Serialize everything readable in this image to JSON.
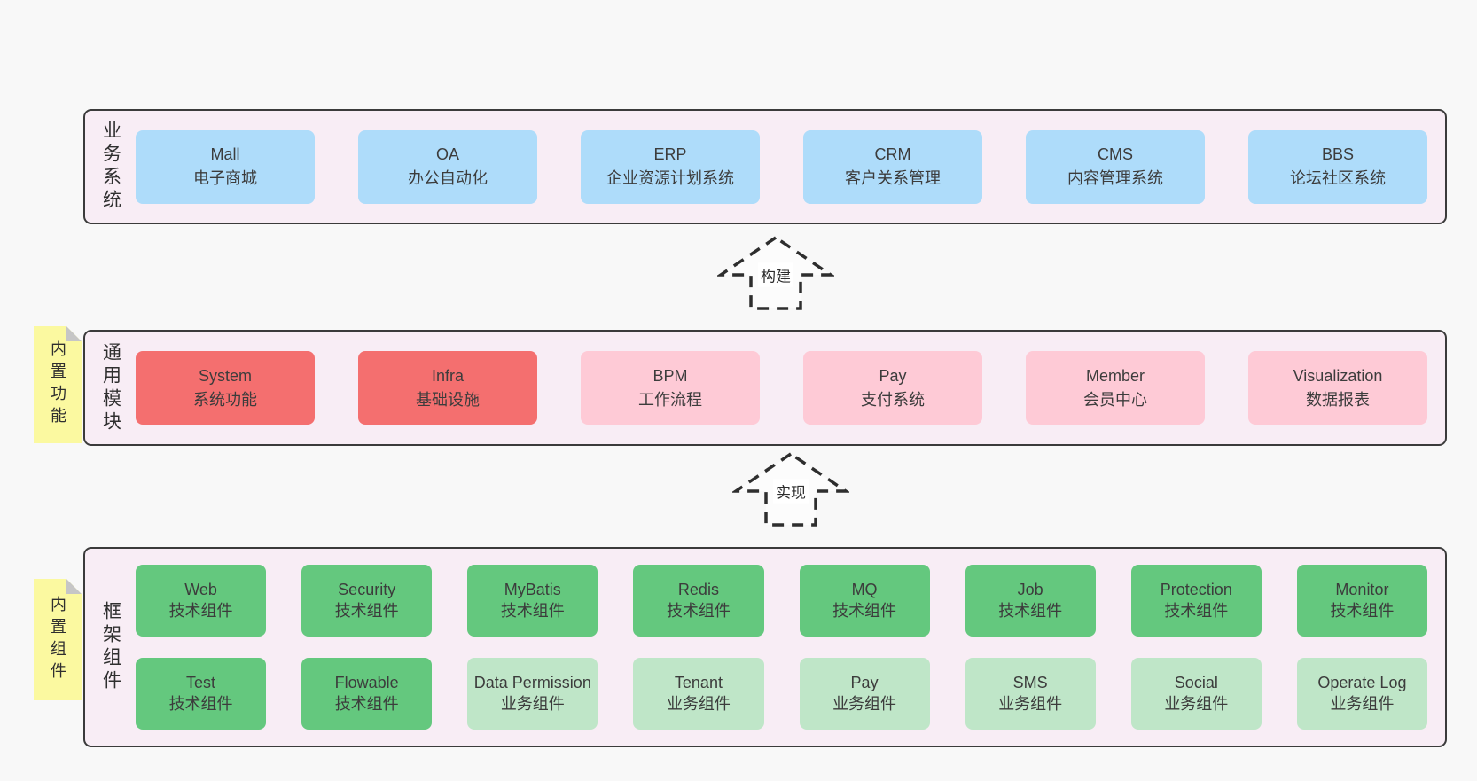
{
  "arrows": [
    {
      "label": "构建"
    },
    {
      "label": "实现"
    }
  ],
  "sections": [
    {
      "label": "业务系统",
      "boxes": [
        {
          "title": "Mall",
          "subtitle": "电子商城"
        },
        {
          "title": "OA",
          "subtitle": "办公自动化"
        },
        {
          "title": "ERP",
          "subtitle": "企业资源计划系统"
        },
        {
          "title": "CRM",
          "subtitle": "客户关系管理"
        },
        {
          "title": "CMS",
          "subtitle": "内容管理系统"
        },
        {
          "title": "BBS",
          "subtitle": "论坛社区系统"
        }
      ]
    },
    {
      "label": "通用模块",
      "note": "内置功能",
      "boxes": [
        {
          "title": "System",
          "subtitle": "系统功能"
        },
        {
          "title": "Infra",
          "subtitle": "基础设施"
        },
        {
          "title": "BPM",
          "subtitle": "工作流程"
        },
        {
          "title": "Pay",
          "subtitle": "支付系统"
        },
        {
          "title": "Member",
          "subtitle": "会员中心"
        },
        {
          "title": "Visualization",
          "subtitle": "数据报表"
        }
      ]
    },
    {
      "label": "框架组件",
      "note": "内置组件",
      "boxes": [
        {
          "title": "Web",
          "subtitle": "技术组件"
        },
        {
          "title": "Security",
          "subtitle": "技术组件"
        },
        {
          "title": "MyBatis",
          "subtitle": "技术组件"
        },
        {
          "title": "Redis",
          "subtitle": "技术组件"
        },
        {
          "title": "MQ",
          "subtitle": "技术组件"
        },
        {
          "title": "Job",
          "subtitle": "技术组件"
        },
        {
          "title": "Protection",
          "subtitle": "技术组件"
        },
        {
          "title": "Monitor",
          "subtitle": "技术组件"
        },
        {
          "title": "Test",
          "subtitle": "技术组件"
        },
        {
          "title": "Flowable",
          "subtitle": "技术组件"
        },
        {
          "title": "Data Permission",
          "subtitle": "业务组件"
        },
        {
          "title": "Tenant",
          "subtitle": "业务组件"
        },
        {
          "title": "Pay",
          "subtitle": "业务组件"
        },
        {
          "title": "SMS",
          "subtitle": "业务组件"
        },
        {
          "title": "Social",
          "subtitle": "业务组件"
        },
        {
          "title": "Operate Log",
          "subtitle": "业务组件"
        }
      ]
    }
  ],
  "colors": {
    "page_bg": "#f8f8f8",
    "section_bg": "#f8edf5",
    "section_border": "#3b3b3b",
    "business_box": "#aedcfa",
    "core_module_box": "#f46f6f",
    "optional_module_box": "#fecad6",
    "tech_component_box": "#64c87e",
    "biz_component_box": "#bfe6c8",
    "sticky_note": "#fbf9a0",
    "note_fold": "#c6c6c6",
    "text": "#3c3c3c"
  }
}
